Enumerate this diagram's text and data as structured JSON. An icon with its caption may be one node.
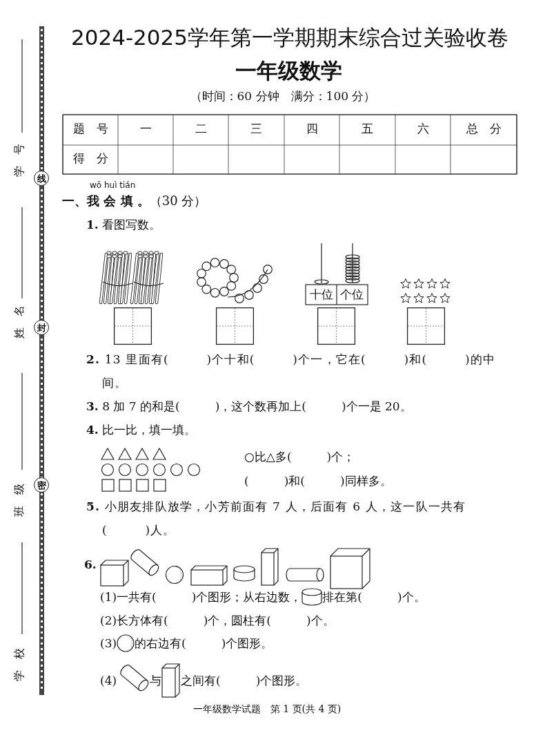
{
  "diagram": {
    "title": "2024-2025学年第一学期期末综合过关验收卷",
    "nodes": [
      {
        "text": [
          "线"
        ]
      },
      {
        "text": [
          "封"
        ]
      },
      {
        "text": [
          "密"
        ]
      }
    ],
    "labels": [
      "一年级数学",
      "（时间：60 分钟　满分：100 分）",
      "题　号",
      "一",
      "二",
      "三",
      "四",
      "五",
      "六",
      "总　分",
      "得　分",
      "wǒ huì tián",
      "**一、我 会 填 。**（30 分）",
      "**1.** 看图写数。",
      "十位",
      "个位",
      "**2.** 13 里面有(　　　)个十和(　　　)个一，它在(　　　)和(　　　)的中间。",
      "**3.** 8 加 7 的和是(　　　)，这个数再加上(　　　)个一是 20。",
      "**4.** 比一比，填一填。",
      "○比△多(　　　)个；",
      "(　　　)和(　　　)同样多。",
      "**5.** 小朋友排队放学，小芳前面有 7 人，后面有 6 人，这一队一共有(　　　)人。",
      "**6.**",
      "(1)一共有(　　　)个图形；从右边数，",
      "排在第(　　　)个。",
      "(2)长方体有(　　　)个，圆柱有(　　　)个。",
      "(3)",
      "的右边有(　　　)个图形。",
      "(4)",
      "与",
      "之间有(　　　)个图形。",
      "一年级数学试题　第 1 页(共 4 页)",
      "学　号",
      "姓　名",
      "班　级",
      "学　校"
    ]
  }
}
